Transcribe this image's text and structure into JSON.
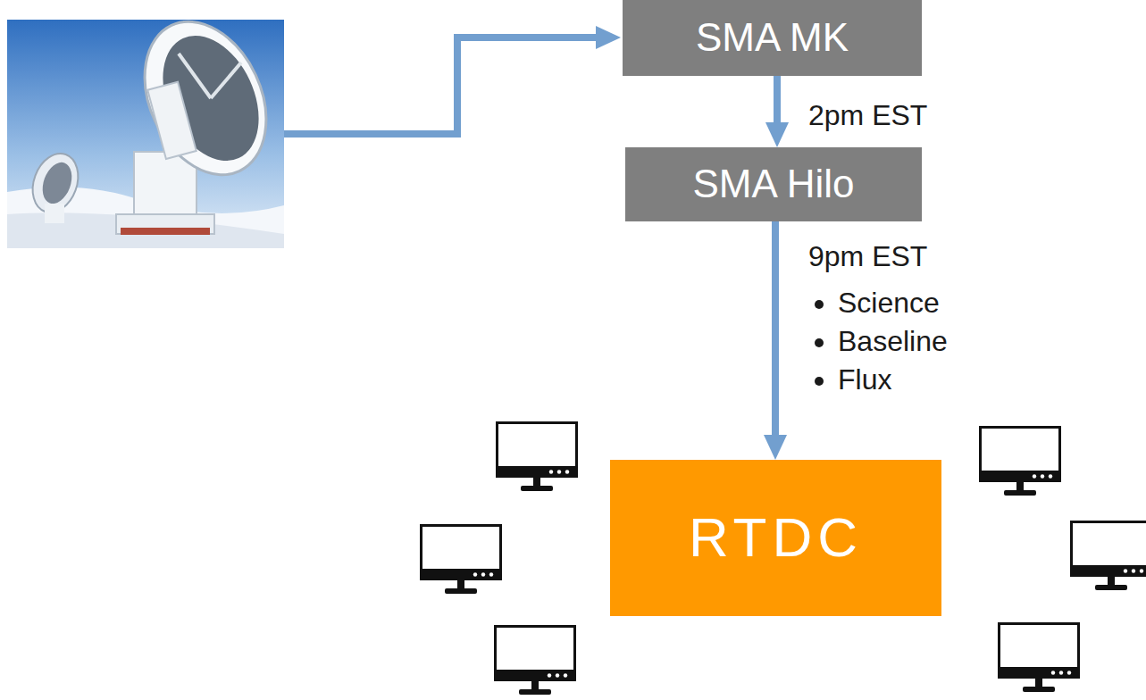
{
  "diagram": {
    "nodes": [
      {
        "text": [
          "SMA MK"
        ]
      },
      {
        "text": [
          "SMA Hilo"
        ]
      },
      {
        "text": [
          "RTDC"
        ]
      }
    ],
    "edges": [
      {
        "from": 0,
        "to": 1,
        "arrow": "to",
        "label": "2pm EST"
      },
      {
        "from": 1,
        "to": 2,
        "arrow": "to",
        "label": "9pm EST"
      }
    ],
    "labels": [
      "Science",
      "Baseline",
      "Flux"
    ]
  }
}
